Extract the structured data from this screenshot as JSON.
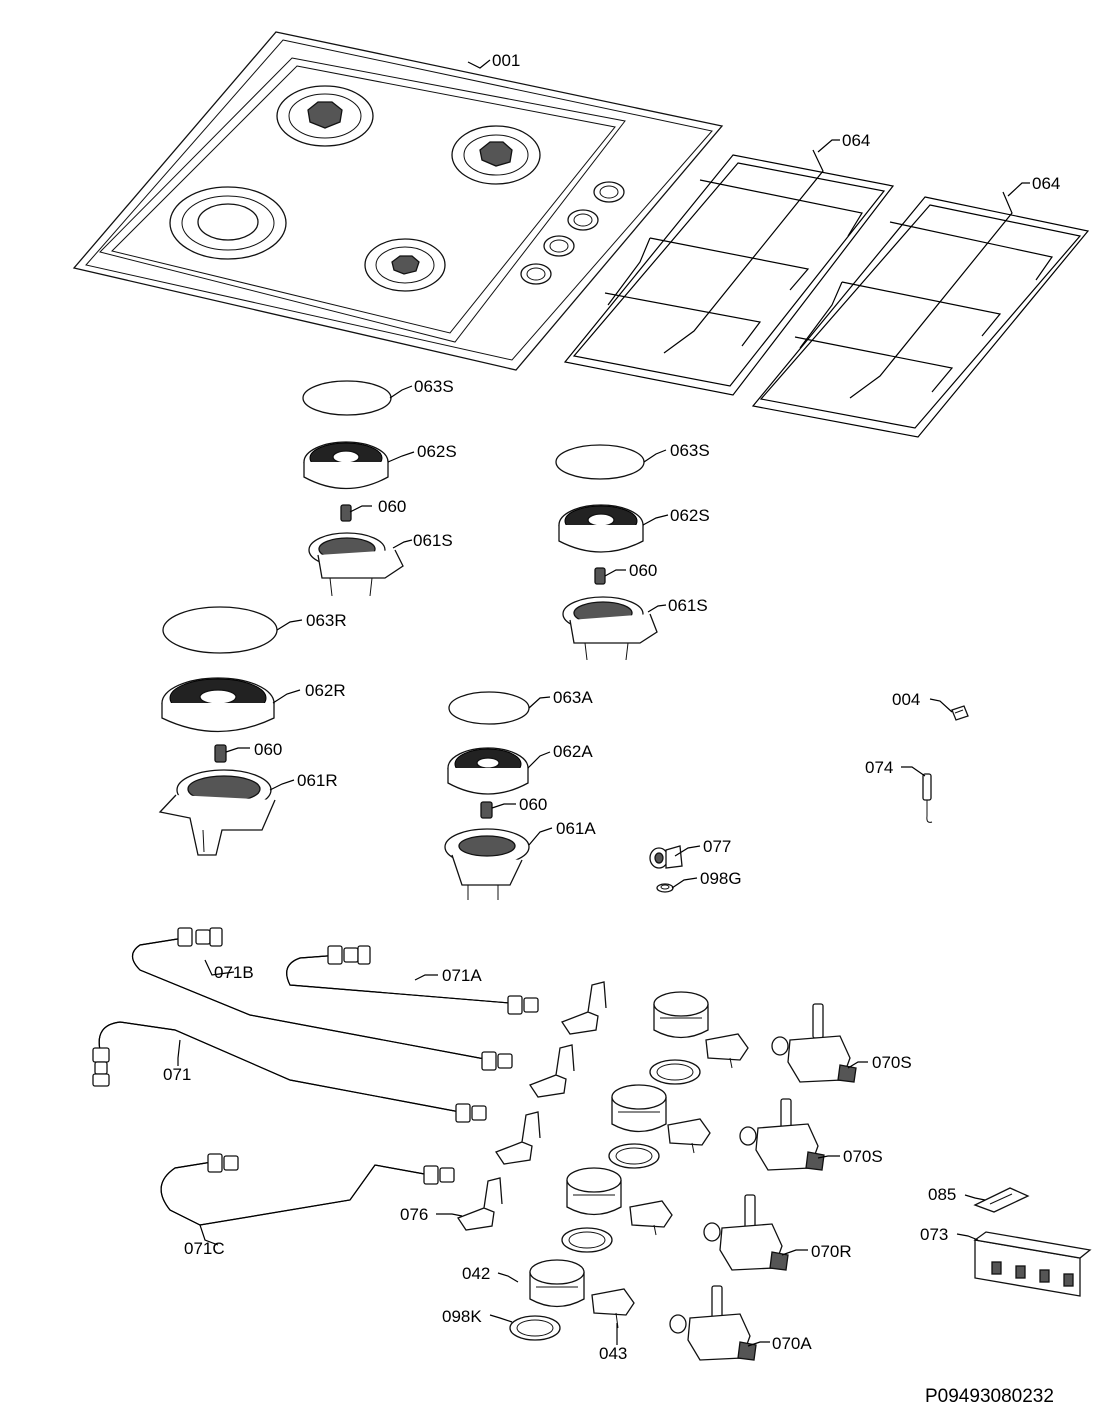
{
  "document_code": "P09493080232",
  "labels": {
    "hob_top": "001",
    "grid_left": "064",
    "grid_right": "064",
    "cap_s1": "063S",
    "crown_s1": "062S",
    "injector_s1": "060",
    "base_s1": "061S",
    "cap_s2": "063S",
    "crown_s2": "062S",
    "injector_s2": "060",
    "base_s2": "061S",
    "cap_r": "063R",
    "crown_r": "062R",
    "injector_r": "060",
    "base_r": "061R",
    "cap_a": "063A",
    "crown_a": "062A",
    "injector_a": "060",
    "base_a": "061A",
    "clip_004": "004",
    "thermocouple": "074",
    "elbow": "077",
    "gasket_g": "098G",
    "pipe_b": "071B",
    "pipe_a": "071A",
    "pipe_main": "071",
    "pipe_c": "071C",
    "bracket": "076",
    "knob": "042",
    "gasket_k": "098K",
    "switch_043": "043",
    "valve_s1": "070S",
    "valve_s2": "070S",
    "valve_r": "070R",
    "valve_a": "070A",
    "part_085": "085",
    "ignition_073": "073"
  }
}
